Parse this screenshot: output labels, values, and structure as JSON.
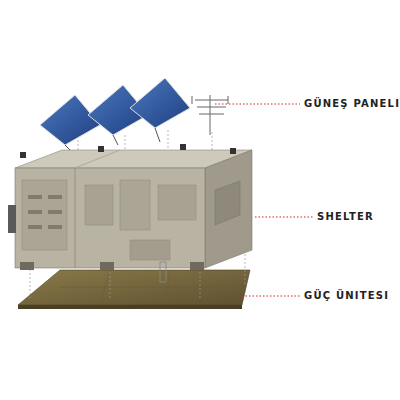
{
  "diagram": {
    "labels": [
      "GÜNEŞ PANELI",
      "SHELTER",
      "GÜÇ ÜNITESI"
    ]
  }
}
